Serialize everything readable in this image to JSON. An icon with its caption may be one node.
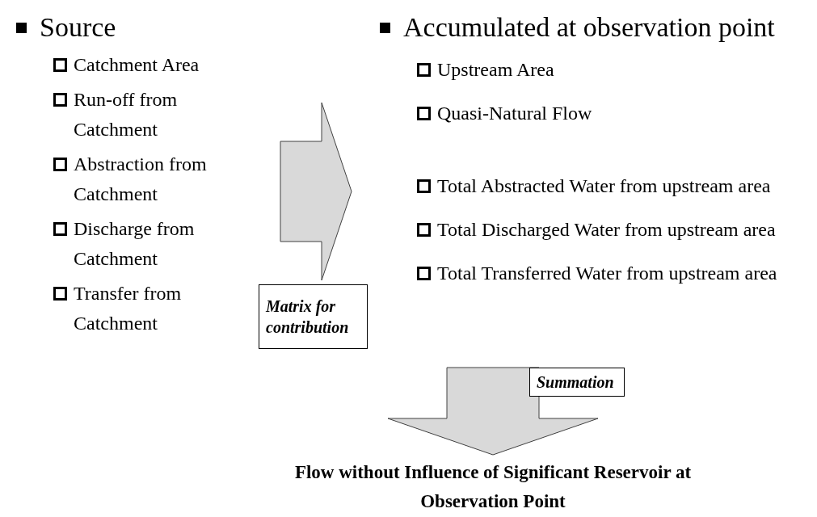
{
  "diagram": {
    "nodes": [
      {
        "text": [
          "Source",
          "Catchment Area",
          "Run-off from Catchment",
          "Abstraction from Catchment",
          "Discharge from Catchment",
          "Transfer from Catchment"
        ]
      },
      {
        "text": [
          "Accumulated at observation point",
          "Upstream Area",
          "Quasi-Natural Flow",
          "Total Abstracted Water  from upstream area",
          "Total Discharged Water from upstream area",
          "Total Transferred Water from upstream area"
        ]
      },
      {
        "text": [
          "Matrix for contribution"
        ]
      },
      {
        "text": [
          "Summation"
        ]
      },
      {
        "text": [
          "Flow without Influence of Significant Reservoir at Observation Point"
        ]
      }
    ],
    "edges": [
      {
        "from": 0,
        "to": 1,
        "arrow": "to",
        "style": "thick"
      },
      {
        "from": 1,
        "to": 4,
        "arrow": "to",
        "style": "thick"
      }
    ]
  }
}
